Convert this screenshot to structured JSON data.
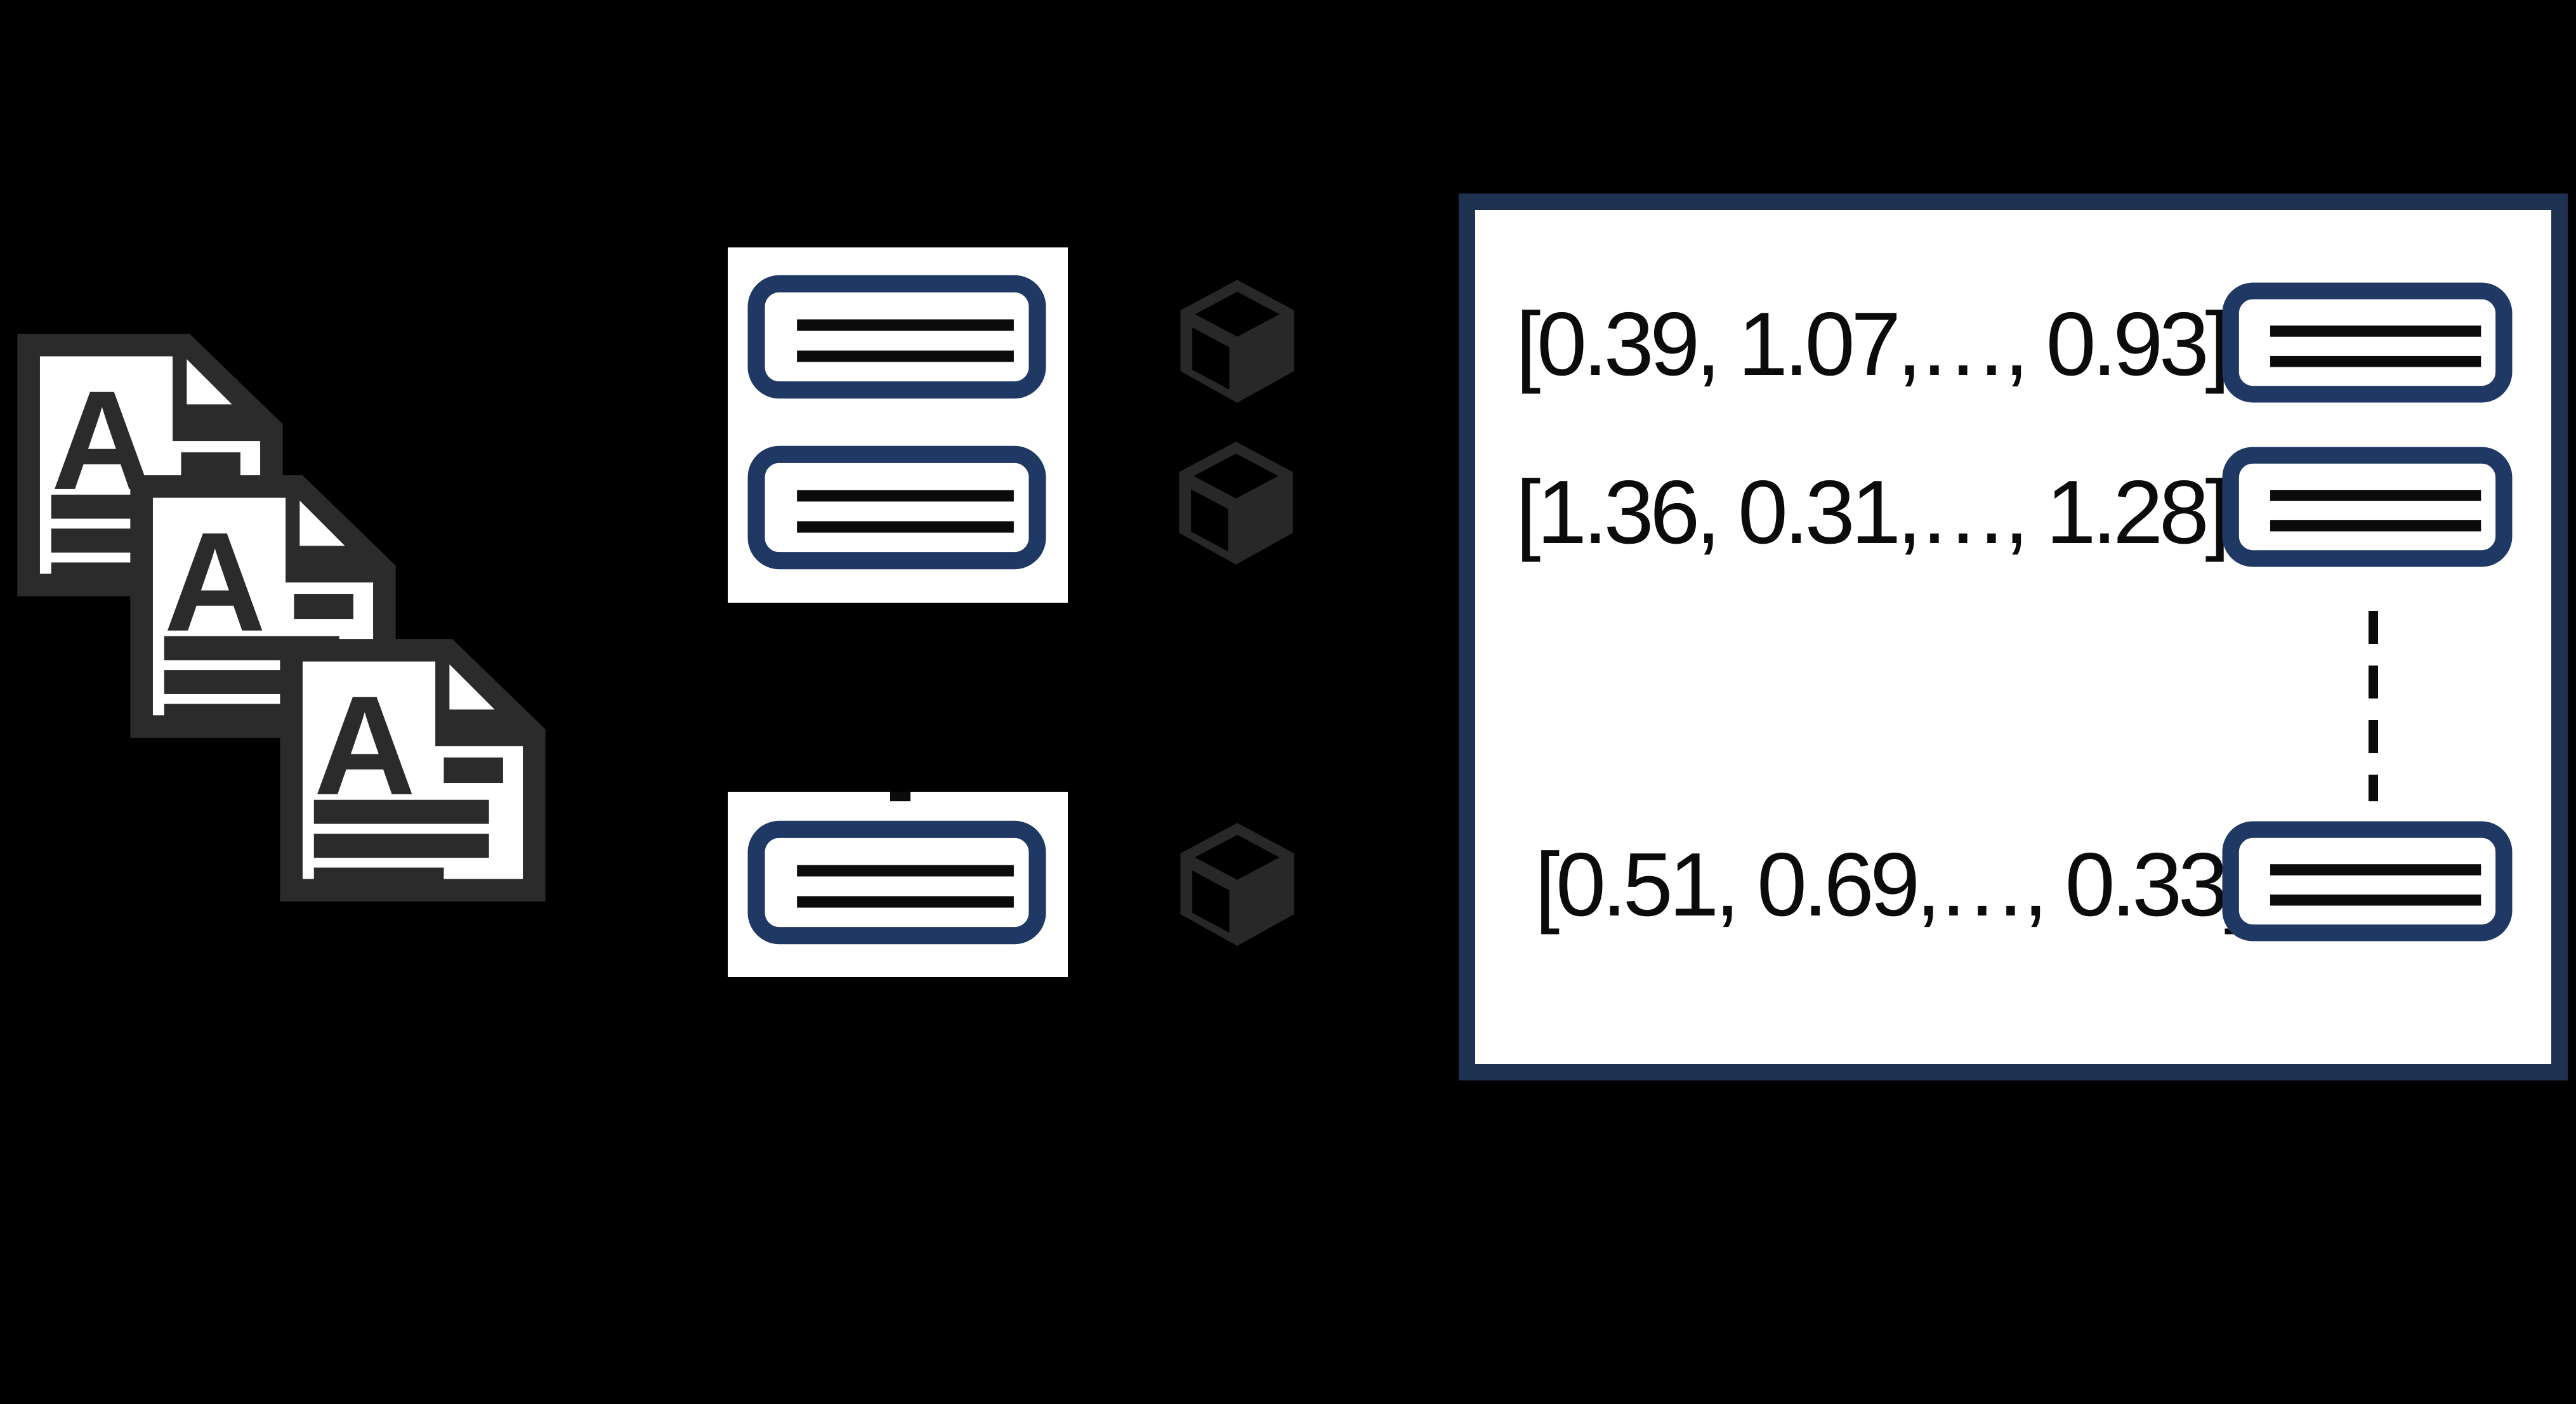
{
  "colors": {
    "page_bg": "#000000",
    "icon_dark": "#2b2b2b",
    "cube_dark": "#282828",
    "navy_border": "#1f3150",
    "chunk_navy": "#1f3864",
    "bar_black": "#0b0b0b",
    "card_white": "#ffffff"
  },
  "document_stack": {
    "icon": "document-text-icon",
    "count": 3,
    "letter": "A"
  },
  "chunk_cards": {
    "top_card_chunk_count": 2,
    "bottom_card_chunk_count": 1
  },
  "embedding_cubes": {
    "icon": "cube-icon",
    "count": 3
  },
  "vector_box": {
    "vectors": [
      {
        "text": "[0.39, 1.07,…, 0.93]"
      },
      {
        "text": "[1.36, 0.31,…, 1.28]"
      },
      {
        "text": "[0.51, 0.69,…, 0.33]"
      }
    ]
  }
}
